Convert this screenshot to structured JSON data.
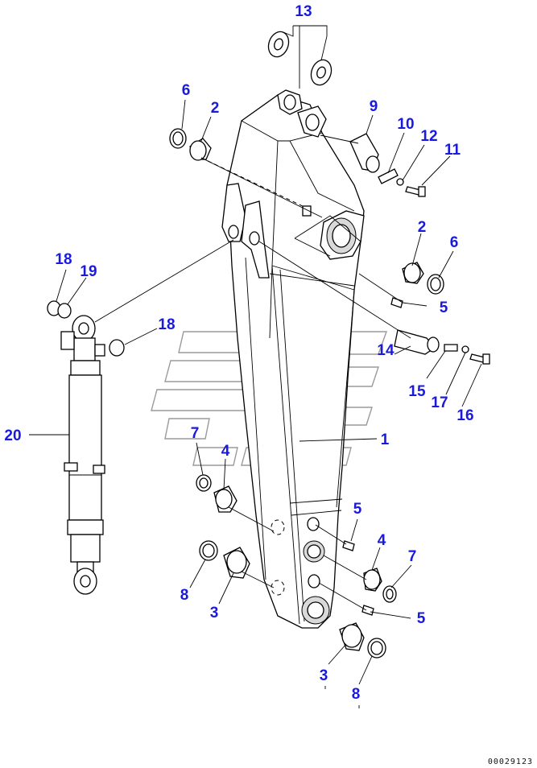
{
  "drawing_id": "00029123",
  "callouts": [
    {
      "id": "c13",
      "label": "13"
    },
    {
      "id": "c6a",
      "label": "6"
    },
    {
      "id": "c2a",
      "label": "2"
    },
    {
      "id": "c9",
      "label": "9"
    },
    {
      "id": "c10",
      "label": "10"
    },
    {
      "id": "c12",
      "label": "12"
    },
    {
      "id": "c11",
      "label": "11"
    },
    {
      "id": "c2b",
      "label": "2"
    },
    {
      "id": "c6b",
      "label": "6"
    },
    {
      "id": "c5a",
      "label": "5"
    },
    {
      "id": "c18a",
      "label": "18"
    },
    {
      "id": "c19",
      "label": "19"
    },
    {
      "id": "c18b",
      "label": "18"
    },
    {
      "id": "c14",
      "label": "14"
    },
    {
      "id": "c15",
      "label": "15"
    },
    {
      "id": "c17",
      "label": "17"
    },
    {
      "id": "c16",
      "label": "16"
    },
    {
      "id": "c20",
      "label": "20"
    },
    {
      "id": "c1",
      "label": "1"
    },
    {
      "id": "c7a",
      "label": "7"
    },
    {
      "id": "c4a",
      "label": "4"
    },
    {
      "id": "c5b",
      "label": "5"
    },
    {
      "id": "c4b",
      "label": "4"
    },
    {
      "id": "c7b",
      "label": "7"
    },
    {
      "id": "c8a",
      "label": "8"
    },
    {
      "id": "c3a",
      "label": "3"
    },
    {
      "id": "c5c",
      "label": "5"
    },
    {
      "id": "c3b",
      "label": "3"
    },
    {
      "id": "c8b",
      "label": "8"
    }
  ]
}
